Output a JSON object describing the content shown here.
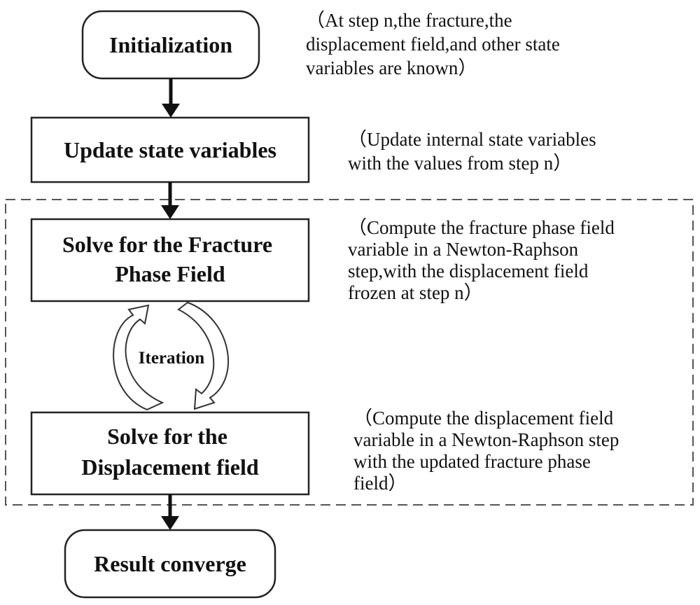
{
  "flowchart": {
    "steps": [
      {
        "id": "init",
        "lines": [
          "Initialization"
        ]
      },
      {
        "id": "update",
        "lines": [
          "Update state variables"
        ]
      },
      {
        "id": "phase",
        "lines": [
          "Solve for the Fracture",
          "Phase Field"
        ]
      },
      {
        "id": "disp",
        "lines": [
          "Solve for the",
          "Displacement field"
        ]
      },
      {
        "id": "converge",
        "lines": [
          "Result converge"
        ]
      }
    ],
    "loop_label": "Iteration",
    "notes": [
      {
        "id": "init",
        "lines": [
          "（At step n,the fracture,the",
          "displacement field,and other state",
          "variables are known）"
        ]
      },
      {
        "id": "update",
        "lines": [
          "（Update internal state variables",
          "with the values from step n）"
        ]
      },
      {
        "id": "phase",
        "lines": [
          "（Compute the fracture phase field",
          "variable in a Newton-Raphson",
          "step,with the displacement field",
          "frozen at step n）"
        ]
      },
      {
        "id": "disp",
        "lines": [
          "（Compute the displacement field",
          "variable in a Newton-Raphson step",
          "with the updated fracture phase",
          "field）"
        ]
      }
    ]
  }
}
